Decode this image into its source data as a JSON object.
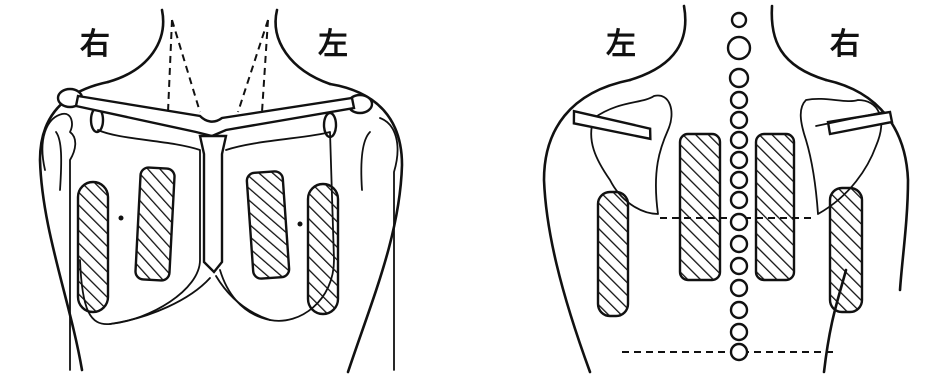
{
  "front_view": {
    "label_right": "右",
    "label_left": "左"
  },
  "back_view": {
    "label_left": "左",
    "label_right": "右"
  }
}
